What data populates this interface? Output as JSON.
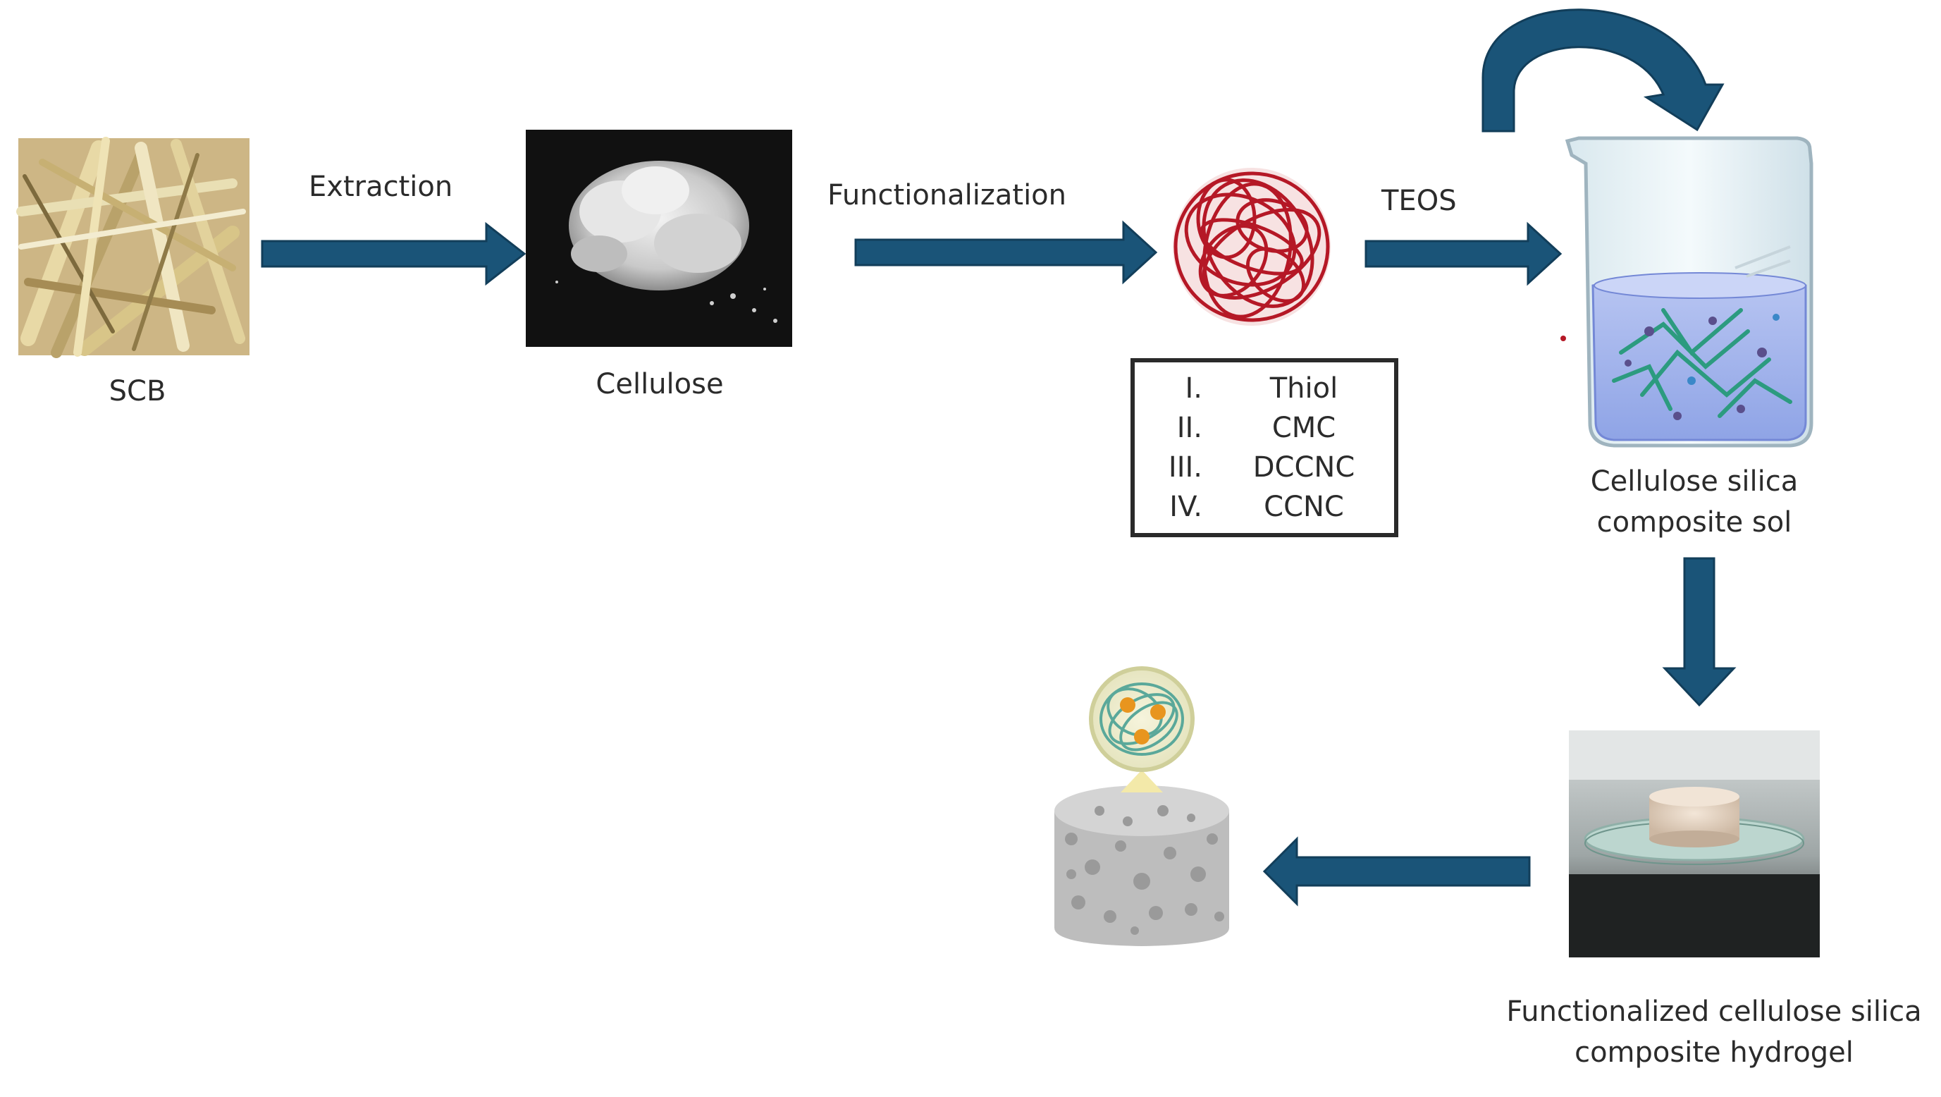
{
  "labels": {
    "scb": "SCB",
    "cellulose": "Cellulose",
    "sol_line1": "Cellulose silica",
    "sol_line2": "composite sol",
    "hydrogel_line1": "Functionalized cellulose silica",
    "hydrogel_line2": "composite hydrogel"
  },
  "steps": {
    "extraction": "Extraction",
    "functionalization": "Functionalization",
    "teos": "TEOS"
  },
  "functionalization_list": [
    {
      "num": "I.",
      "name": "Thiol"
    },
    {
      "num": "II.",
      "name": "CMC"
    },
    {
      "num": "III.",
      "name": "DCCNC"
    },
    {
      "num": "IV.",
      "name": "CCNC"
    }
  ],
  "colors": {
    "arrow": "#1a5478",
    "arrow_edge": "#123e5a",
    "text": "#2b2b2b"
  }
}
